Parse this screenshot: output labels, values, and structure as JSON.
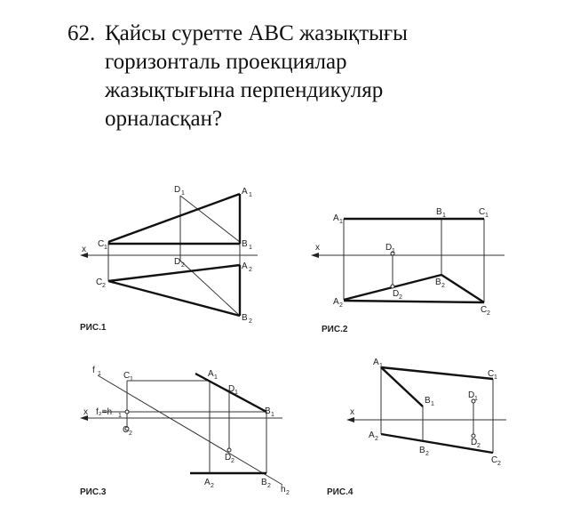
{
  "question": {
    "number": "62.",
    "lines": [
      "Қайсы суретте АВС жазықтығы",
      "горизонталь проекциялар",
      "жазықтығына  перпендикуляр",
      "орналасқан?"
    ]
  },
  "figures": [
    {
      "caption": "РИС.1",
      "labels": {
        "x": "x",
        "D1": "D",
        "A1": "A",
        "C1": "C",
        "B1": "B",
        "D2": "D",
        "A2": "A",
        "C2": "C",
        "B2": "B"
      }
    },
    {
      "caption": "РИС.2",
      "labels": {
        "x": "x",
        "A1": "A",
        "B1": "B",
        "C1": "C",
        "D1": "D",
        "A2": "A",
        "D2": "D",
        "B2": "B",
        "C2": "C"
      }
    },
    {
      "caption": "РИС.3",
      "labels": {
        "x": "x",
        "f1": "f",
        "f2h1": "f₂=h",
        "C1": "C",
        "A1": "A",
        "D1": "D",
        "B1": "B",
        "C2": "C",
        "D2": "D",
        "A2": "A",
        "B2": "B",
        "h2": "h"
      }
    },
    {
      "caption": "РИС.4",
      "labels": {
        "x": "x",
        "A1": "A",
        "C1": "C",
        "B1": "B",
        "D1": "D",
        "A2": "A",
        "B2": "B",
        "D2": "D",
        "C2": "C"
      }
    }
  ]
}
